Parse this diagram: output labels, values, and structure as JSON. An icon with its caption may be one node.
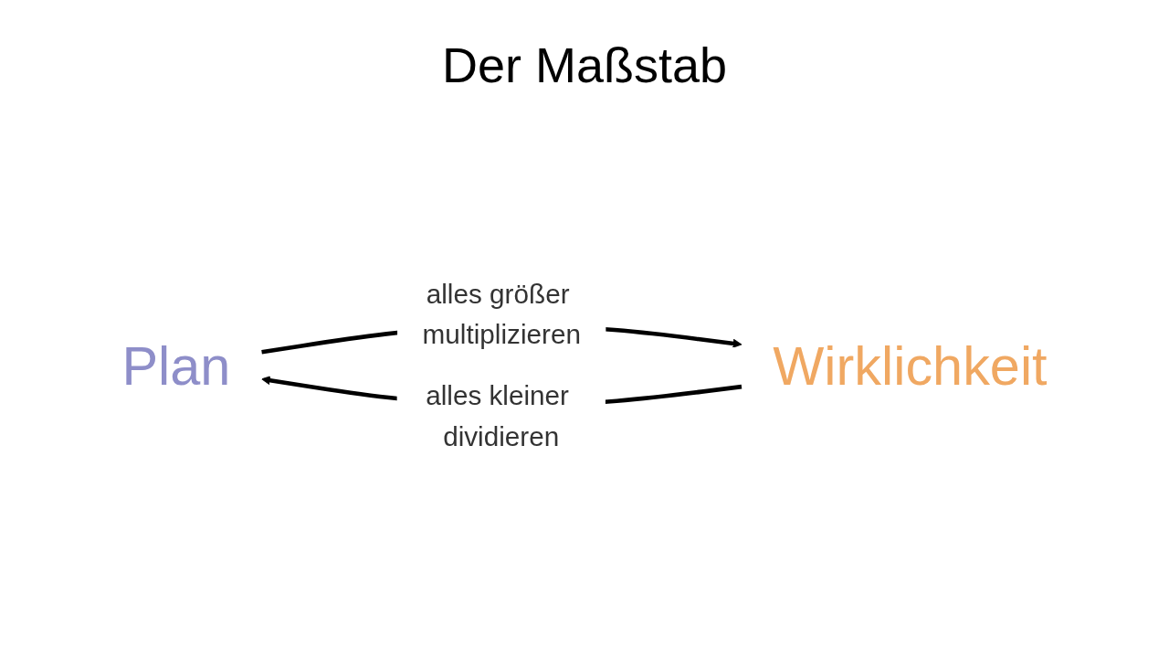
{
  "diagram": {
    "title": "Der Maßstab",
    "nodes": [
      {
        "text": [
          "Plan"
        ]
      },
      {
        "text": [
          "Wirklichkeit"
        ]
      }
    ],
    "edges": [
      {
        "from": 0,
        "to": 1,
        "arrow": "to",
        "label": "alles größer multiplizieren"
      },
      {
        "from": 1,
        "to": 0,
        "arrow": "to",
        "label": "alles kleiner dividieren"
      }
    ]
  }
}
